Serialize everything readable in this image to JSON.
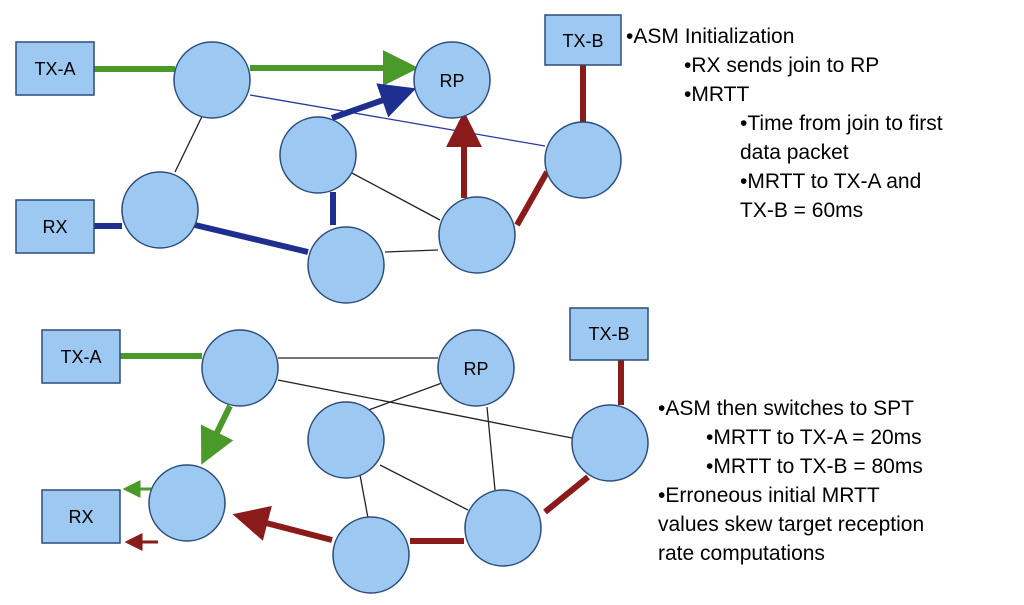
{
  "colors": {
    "node_fill": "#9cc8f2",
    "node_stroke": "#2b4d7a",
    "green": "#4a9a2a",
    "blue": "#1f2f8f",
    "red": "#8b1a1a",
    "thin": "#222222",
    "thin_blue": "#2a3aa0"
  },
  "top": {
    "tx_a": "TX-A",
    "tx_b": "TX-B",
    "rx": "RX",
    "rp": "RP",
    "notes": [
      "•ASM Initialization",
      "•RX sends join to RP",
      "•MRTT",
      "•Time from join to first",
      "data packet",
      "•MRTT to TX-A and",
      "TX-B = 60ms"
    ]
  },
  "bottom": {
    "tx_a": "TX-A",
    "tx_b": "TX-B",
    "rx": "RX",
    "rp": "RP",
    "notes": [
      "•ASM then switches to SPT",
      "•MRTT to TX-A = 20ms",
      "•MRTT to TX-B = 80ms",
      "•Erroneous initial MRTT",
      "values skew target reception",
      "rate computations"
    ]
  }
}
